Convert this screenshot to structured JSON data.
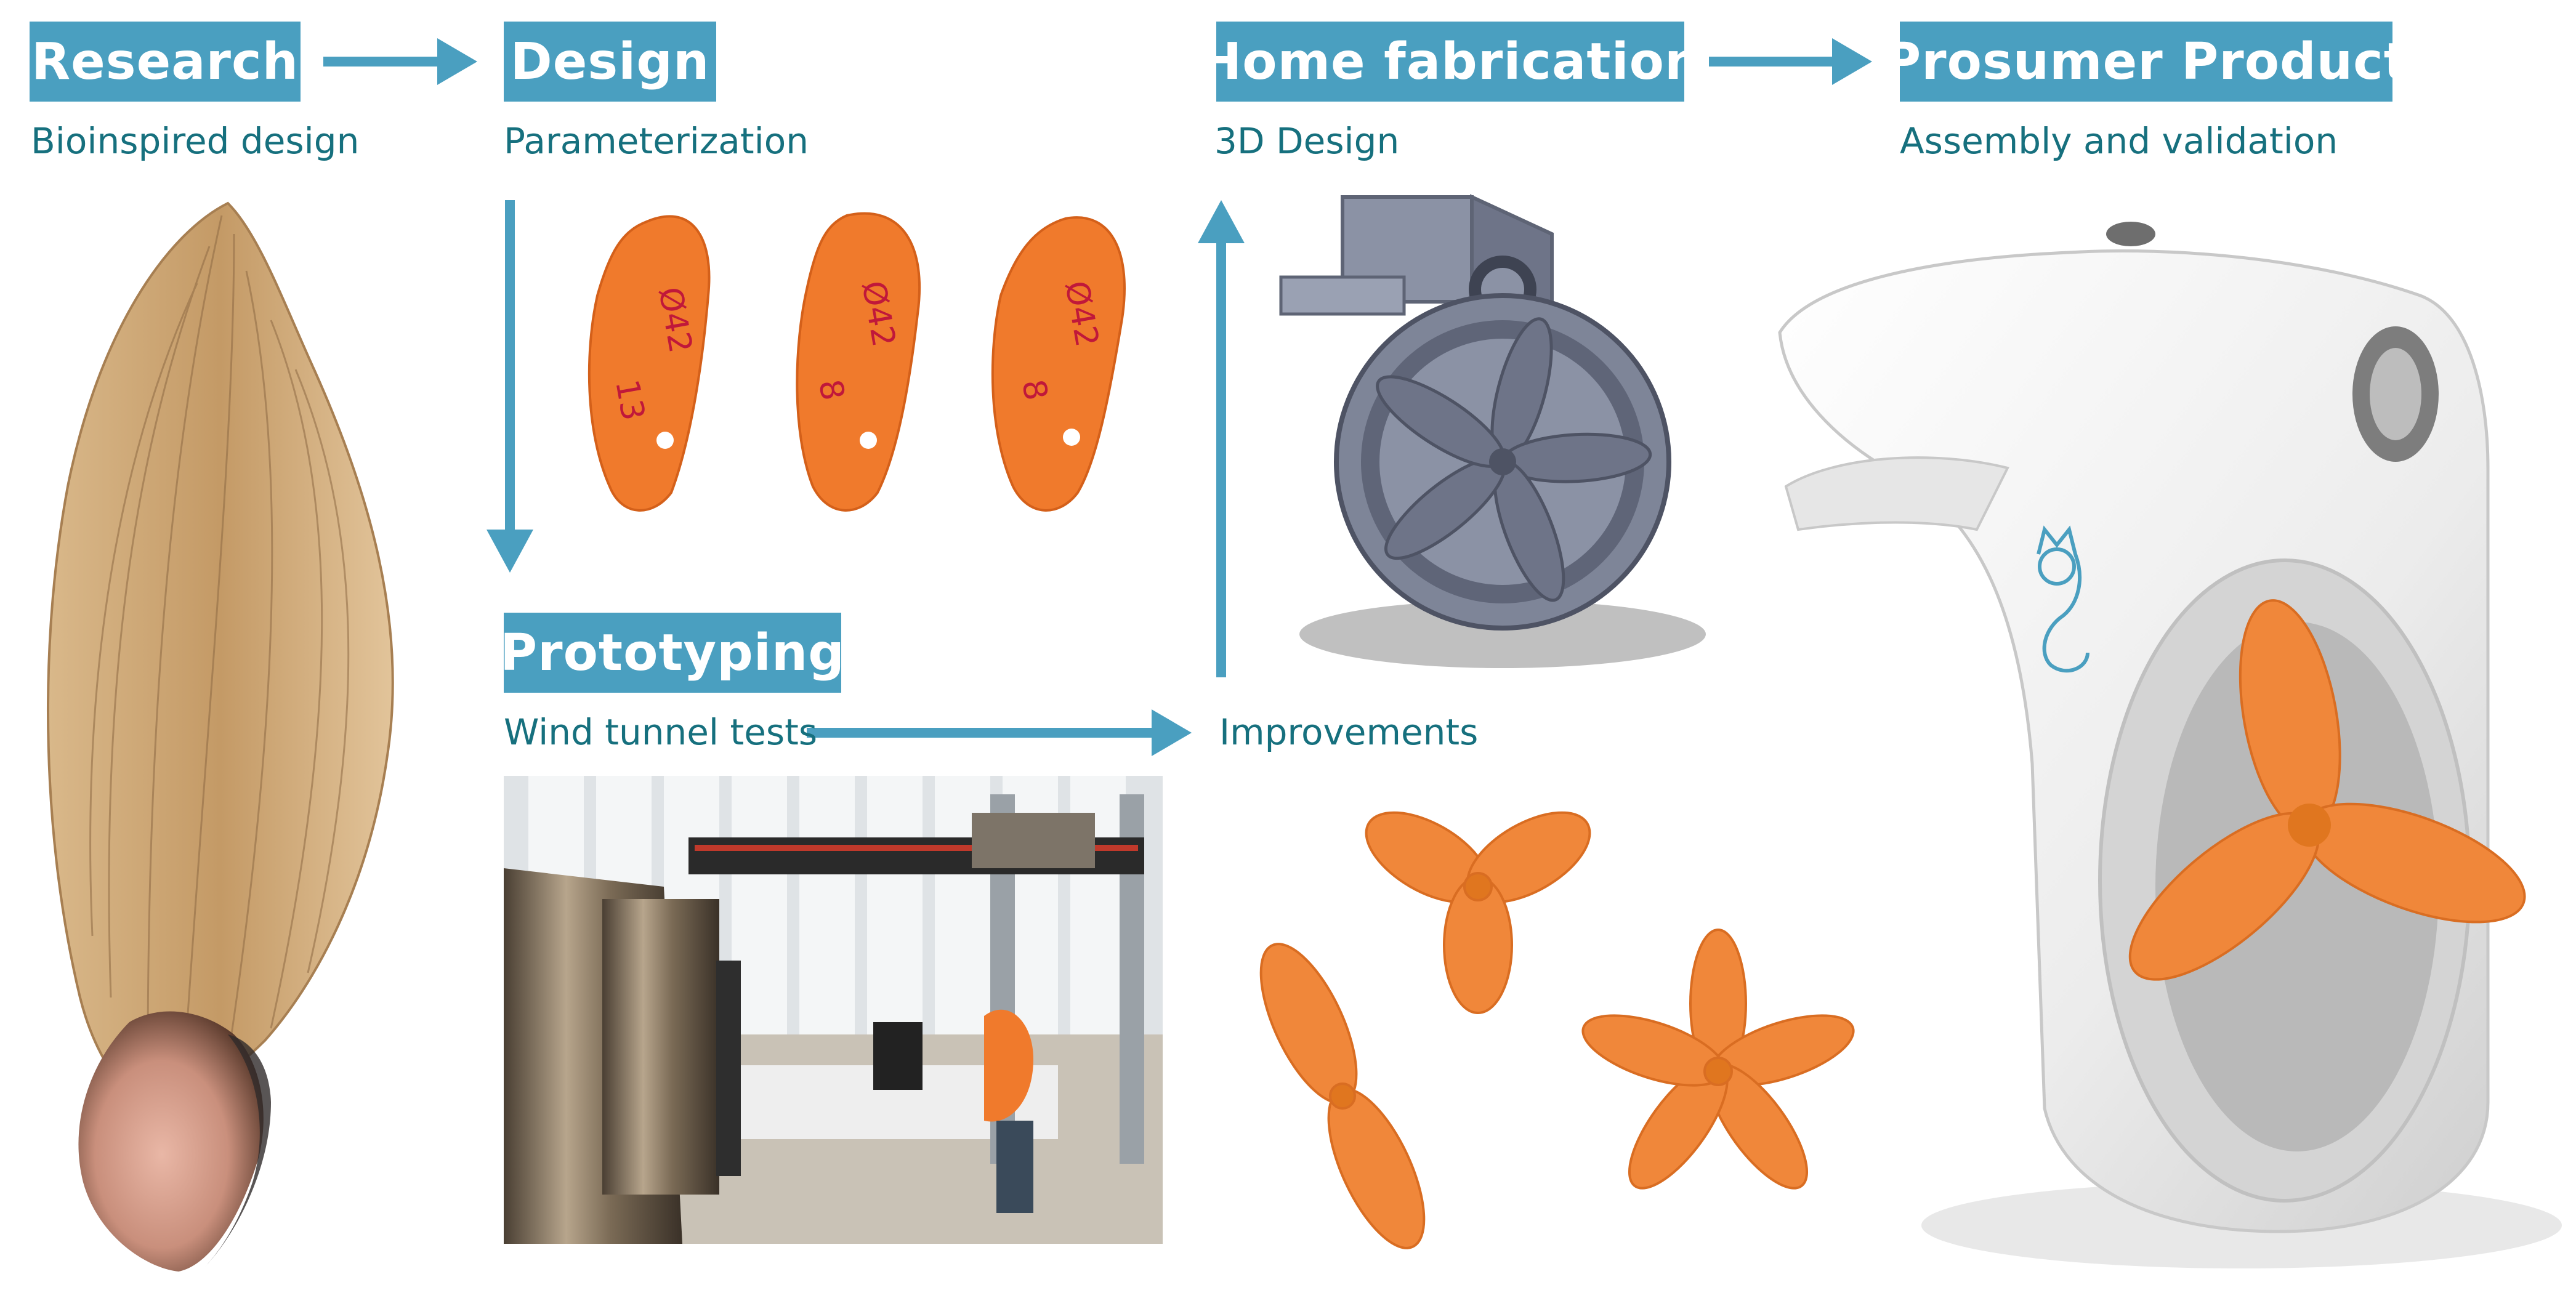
{
  "stages": {
    "research": {
      "title": "Research",
      "caption": "Bioinspired design"
    },
    "design": {
      "title": "Design",
      "caption": "Parameterization"
    },
    "prototyping": {
      "title": "Prototyping",
      "caption": "Wind tunnel tests"
    },
    "improvements": {
      "caption": "Improvements"
    },
    "home_fabrication": {
      "title": "Home fabrication",
      "caption": "3D Design"
    },
    "prosumer_product": {
      "title": "Prosumer Product",
      "caption": "Assembly and validation"
    }
  },
  "blade_samples": [
    {
      "marking_top": "Ø42",
      "marking_bottom": "13"
    },
    {
      "marking_top": "Ø42",
      "marking_bottom": "8"
    },
    {
      "marking_top": "Ø42",
      "marking_bottom": "8"
    }
  ],
  "colors": {
    "badge": "#4a9fc0",
    "caption_text": "#16707e",
    "arrow": "#4a9fc0",
    "propeller_orange": "#f0873a",
    "seed_tan": "#c9a06e",
    "cad_gray": "#7e8598",
    "housing_white": "#f2f2f2"
  },
  "icons": {
    "flow_arrow": "arrow-right-icon",
    "down_arrow": "arrow-down-icon",
    "up_arrow": "arrow-up-icon",
    "product_logo": "cat-logo-icon"
  }
}
